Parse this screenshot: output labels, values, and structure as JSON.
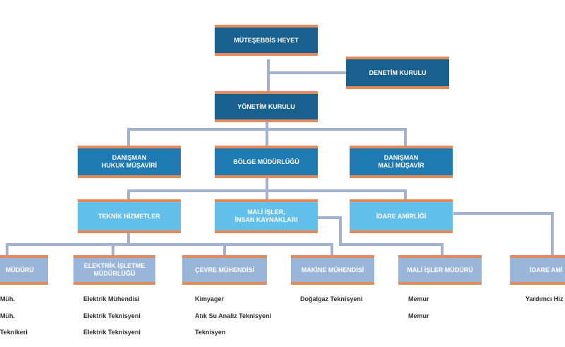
{
  "nodes": {
    "muteşebbis_heyet": "MÜTEŞEBBİS HEYET",
    "denetim_kurulu": "DENETİM KURULU",
    "yonetim_kurulu": "YÖNETİM KURULU",
    "hukuk_musaviri": "DANIŞMAN\nHUKUK MÜŞAVİRİ",
    "bolge_mudurlugu": "BÖLGE MÜDÜRLÜĞÜ",
    "mali_musavir": "DANIŞMAN\nMALİ MÜŞAVİR",
    "teknik_hizmetler": "TEKNİK HİZMETLER",
    "mali_isler_ik": "MALİ İŞLER,\nİNSAN KAYNAKLARI",
    "idare_amirligi": "İDARE AMİRLİĞİ",
    "mudur_cut": "MÜDÜRÜ",
    "elektrik_isletme": "ELEKTRİK İŞLETME\nMÜDÜRLÜĞÜ",
    "cevre_muhendisi": "ÇEVRE MÜHENDİSİ",
    "makine_muhendisi": "MAKİNE MÜHENDİSİ",
    "mali_isler_muduru": "MALİ İŞLER MÜDÜRÜ",
    "idare_amiri_cut": "İDARE AMİ"
  },
  "staff": {
    "col1": [
      "Müh.",
      "Müh.",
      "Teknikeri"
    ],
    "col2": [
      "Elektrik Mühendisi",
      "Elektrik Teknisyeni",
      "Elektrik Teknisyeni"
    ],
    "col3": [
      "Kimyager",
      "Atık Su Analiz Teknisyeni",
      "Teknisyen"
    ],
    "col4": [
      "Doğalgaz Teknisyeni"
    ],
    "col5": [
      "Memur",
      "Memur"
    ],
    "col6": [
      "Yardımcı Hiz"
    ]
  },
  "colors": {
    "connector": "#a3b2cf",
    "accent_bar": "#e58a5b"
  }
}
